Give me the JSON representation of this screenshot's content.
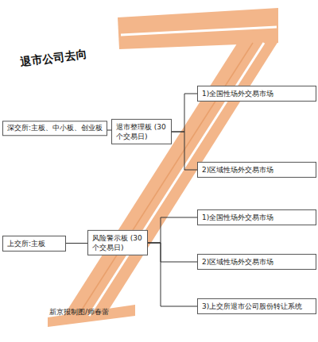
{
  "diagram": {
    "title": "退市公司去向",
    "caption": "新京报制图/师春蕾",
    "nodes": [
      {
        "text": [
          "深交所:主板、中小板、创业板"
        ]
      },
      {
        "text": [
          "退市整理板 (30个交易日)"
        ]
      },
      {
        "text": [
          "1)全国性场外交易市场"
        ]
      },
      {
        "text": [
          "2)区域性场外交易市场"
        ]
      },
      {
        "text": [
          "上交所:主板"
        ]
      },
      {
        "text": [
          "风险警示板 (30个交易日)"
        ]
      },
      {
        "text": [
          "1)全国性场外交易市场"
        ]
      },
      {
        "text": [
          "2)区域性场外交易市场"
        ]
      },
      {
        "text": [
          "3)上交所退市公司股份转让系统"
        ]
      }
    ],
    "edges": [
      {
        "from": 0,
        "to": 1,
        "arrow": "none"
      },
      {
        "from": 1,
        "to": 2,
        "arrow": "none"
      },
      {
        "from": 1,
        "to": 3,
        "arrow": "none"
      },
      {
        "from": 4,
        "to": 5,
        "arrow": "none"
      },
      {
        "from": 5,
        "to": 6,
        "arrow": "none"
      },
      {
        "from": 5,
        "to": 7,
        "arrow": "none"
      },
      {
        "from": 5,
        "to": 8,
        "arrow": "none"
      }
    ]
  }
}
